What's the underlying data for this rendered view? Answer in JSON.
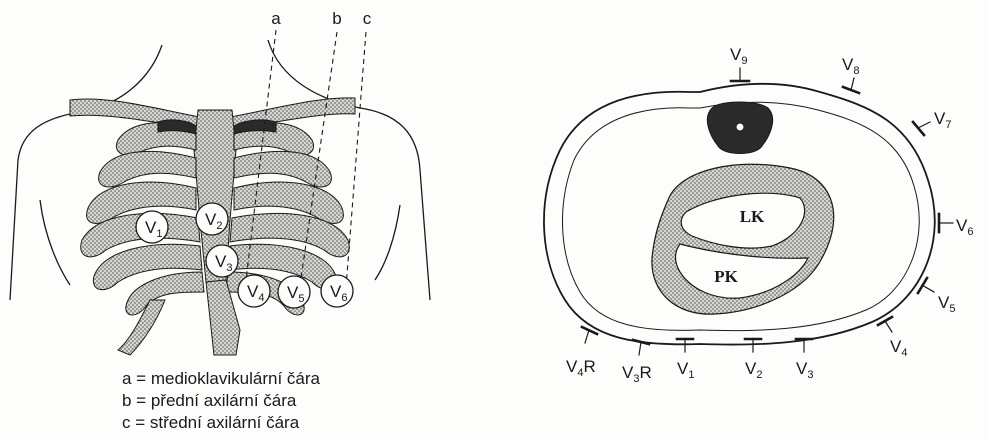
{
  "left_figure": {
    "lines": [
      {
        "id": "a",
        "label": "a"
      },
      {
        "id": "b",
        "label": "b"
      },
      {
        "id": "c",
        "label": "c"
      }
    ],
    "electrodes": [
      {
        "id": "V1",
        "main": "V",
        "sub": "1"
      },
      {
        "id": "V2",
        "main": "V",
        "sub": "2"
      },
      {
        "id": "V3",
        "main": "V",
        "sub": "3"
      },
      {
        "id": "V4",
        "main": "V",
        "sub": "4"
      },
      {
        "id": "V5",
        "main": "V",
        "sub": "5"
      },
      {
        "id": "V6",
        "main": "V",
        "sub": "6"
      }
    ]
  },
  "legend": [
    "a = medioklavikulární čára",
    "b = přední axilární čára",
    "c = střední axilární čára"
  ],
  "right_figure": {
    "chambers": {
      "left": "LK",
      "right": "PK"
    },
    "electrodes": [
      {
        "id": "V9",
        "main": "V",
        "sub": "9",
        "tail": ""
      },
      {
        "id": "V8",
        "main": "V",
        "sub": "8",
        "tail": ""
      },
      {
        "id": "V7",
        "main": "V",
        "sub": "7",
        "tail": ""
      },
      {
        "id": "V6",
        "main": "V",
        "sub": "6",
        "tail": ""
      },
      {
        "id": "V5",
        "main": "V",
        "sub": "5",
        "tail": ""
      },
      {
        "id": "V4",
        "main": "V",
        "sub": "4",
        "tail": ""
      },
      {
        "id": "V3",
        "main": "V",
        "sub": "3",
        "tail": ""
      },
      {
        "id": "V2",
        "main": "V",
        "sub": "2",
        "tail": ""
      },
      {
        "id": "V1",
        "main": "V",
        "sub": "1",
        "tail": ""
      },
      {
        "id": "V3R",
        "main": "V",
        "sub": "3",
        "tail": "R"
      },
      {
        "id": "V4R",
        "main": "V",
        "sub": "4",
        "tail": "R"
      }
    ]
  },
  "colors": {
    "ink": "#1a1a1a",
    "stipple": "#9a9a9a",
    "dark": "#2a2a2a"
  }
}
